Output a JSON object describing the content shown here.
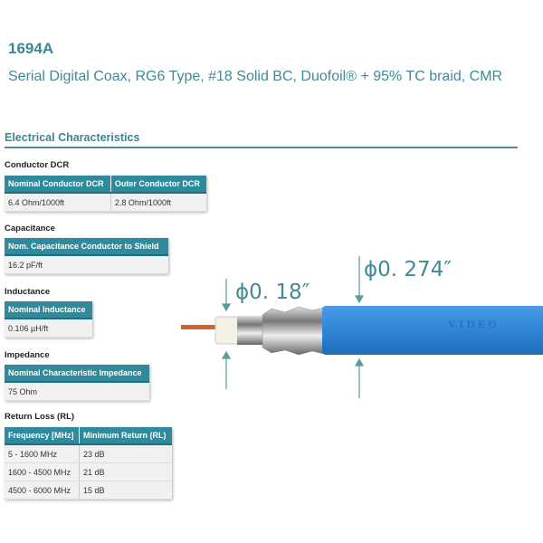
{
  "header": {
    "title": "1694A",
    "subtitle": "Serial Digital Coax, RG6 Type, #18 Solid BC, Duofoil® + 95% TC braid, CMR"
  },
  "section_title": "Electrical Characteristics",
  "conductor_dcr": {
    "label": "Conductor DCR",
    "headers": [
      "Nominal Conductor DCR",
      "Outer Conductor DCR"
    ],
    "rows": [
      [
        "6.4 Ohm/1000ft",
        "2.8 Ohm/1000ft"
      ]
    ]
  },
  "capacitance": {
    "label": "Capacitance",
    "headers": [
      "Nom. Capacitance Conductor to Shield"
    ],
    "rows": [
      [
        "16.2 pF/ft"
      ]
    ]
  },
  "inductance": {
    "label": "Inductance",
    "headers": [
      "Nominal Inductance"
    ],
    "rows": [
      [
        "0.106 µH/ft"
      ]
    ]
  },
  "impedance": {
    "label": "Impedance",
    "headers": [
      "Nominal Characteristic Impedance"
    ],
    "rows": [
      [
        "75 Ohm"
      ]
    ]
  },
  "return_loss": {
    "label": "Return Loss (RL)",
    "headers": [
      "Frequency [MHz]",
      "Minimum Return (RL)"
    ],
    "rows": [
      [
        "5 - 1600 MHz",
        "23 dB"
      ],
      [
        "1600 - 4500 MHz",
        "21 dB"
      ],
      [
        "4500 - 6000 MHz",
        "15 dB"
      ]
    ]
  },
  "cable_image": {
    "inner_diameter": "ϕ0. 18″",
    "outer_diameter": "ϕ0. 274″",
    "jacket_print": "VIDEO",
    "jacket_color": "#2f86d6",
    "accent": "#3f8a95"
  }
}
